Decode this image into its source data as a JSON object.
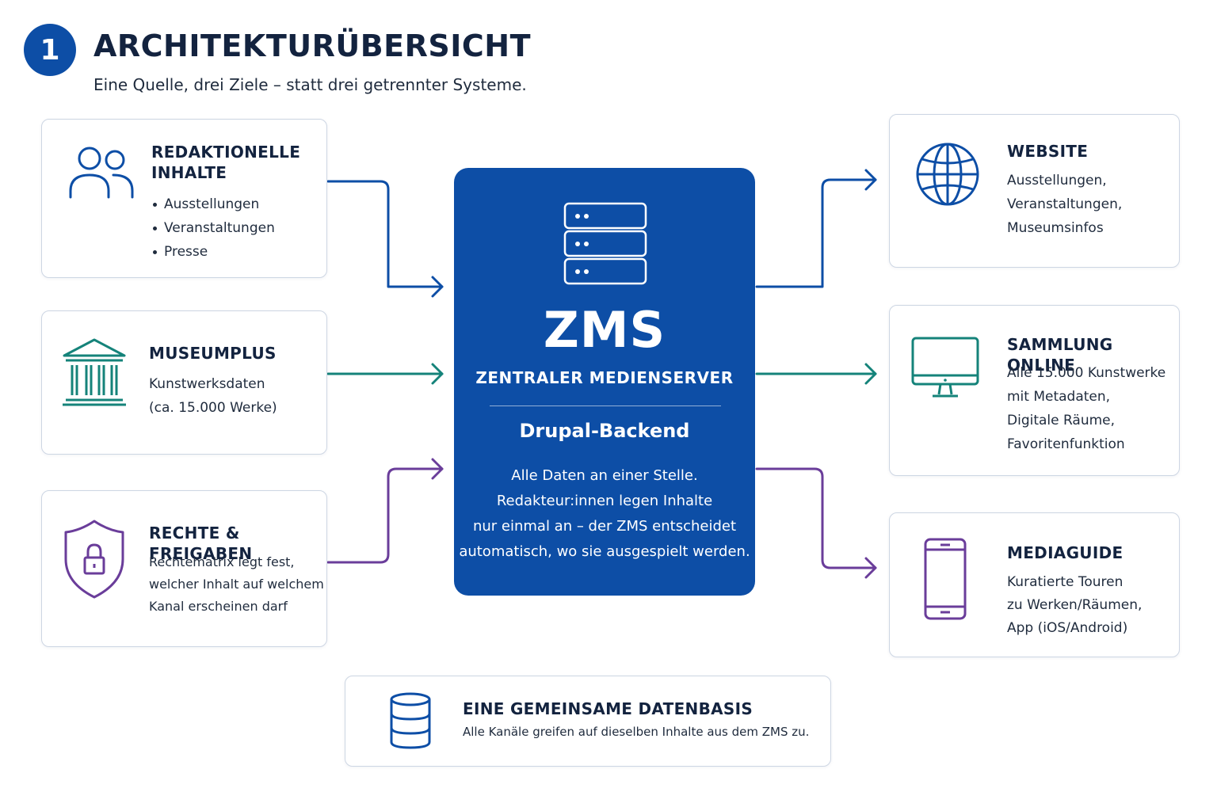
{
  "header": {
    "step": "1",
    "title": "ARCHITEKTURÜBERSICHT",
    "subtitle": "Eine Quelle, drei Ziele – statt drei getrennter Systeme."
  },
  "sources": [
    {
      "title_lines": [
        "REDAKTIONELLE",
        "INHALTE"
      ],
      "bullets": [
        "Ausstellungen",
        "Veranstaltungen",
        "Presse"
      ],
      "icon": "users-icon",
      "color": "#0d4ea6"
    },
    {
      "title": "MUSEUMPLUS",
      "text_lines": [
        "Kunstwerksdaten",
        "(ca. 15.000 Werke)"
      ],
      "icon": "museum-building-icon",
      "color": "#15837a"
    },
    {
      "title": "RECHTE & FREIGABEN",
      "text_lines": [
        "Rechtematrix legt fest,",
        "welcher Inhalt auf welchem",
        "Kanal erscheinen darf"
      ],
      "icon": "shield-lock-icon",
      "color": "#6a3d9a"
    }
  ],
  "center": {
    "icon": "server-stack-icon",
    "name": "ZMS",
    "subtitle": "ZENTRALER MEDIENSERVER",
    "backend": "Drupal-Backend",
    "description_lines": [
      "Alle Daten an einer Stelle.",
      "Redakteur:innen legen Inhalte",
      "nur einmal an – der ZMS entscheidet",
      "automatisch, wo sie ausgespielt werden."
    ],
    "color": "#0d4ea6"
  },
  "targets": [
    {
      "title": "WEBSITE",
      "text_lines": [
        "Ausstellungen,",
        "Veranstaltungen,",
        "Museumsinfos"
      ],
      "icon": "globe-icon",
      "color": "#0d4ea6"
    },
    {
      "title": "SAMMLUNG ONLINE",
      "text_lines": [
        "Alle 15.000 Kunstwerke",
        "mit Metadaten,",
        "Digitale Räume,",
        "Favoritenfunktion"
      ],
      "icon": "monitor-icon",
      "color": "#15837a"
    },
    {
      "title": "MEDIAGUIDE",
      "text_lines": [
        "Kuratierte Touren",
        "zu Werken/Räumen,",
        "App (iOS/Android)"
      ],
      "icon": "smartphone-icon",
      "color": "#6a3d9a"
    }
  ],
  "footer": {
    "title": "EINE GEMEINSAME DATENBASIS",
    "text": "Alle Kanäle greifen auf dieselben Inhalte aus dem ZMS zu.",
    "icon": "database-icon"
  }
}
